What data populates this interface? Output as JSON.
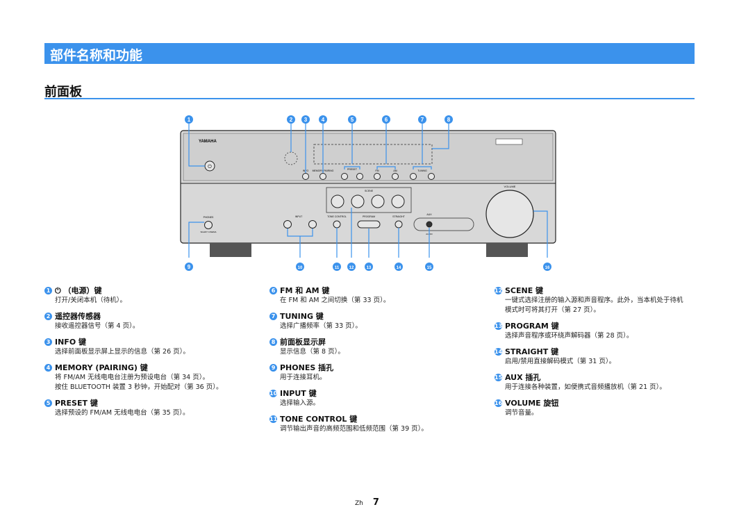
{
  "header": {
    "title": "部件名称和功能"
  },
  "section": {
    "title": "前面板"
  },
  "diagram": {
    "brand": "YAMAHA",
    "labels": {
      "info": "INFO",
      "memory": "MEMORY PAIRING",
      "preset": "PRESET",
      "fm": "FM",
      "am": "AM",
      "tuning": "TUNING",
      "volume": "VOLUME",
      "scene": "SCENE",
      "phones": "PHONES",
      "silent": "SILENT CINEMA",
      "input": "INPUT",
      "tone": "TONE CONTROL",
      "program": "PROGRAM",
      "straight": "STRAIGHT",
      "aux": "AUX",
      "audio": "AUDIO"
    },
    "callouts": [
      "1",
      "2",
      "3",
      "4",
      "5",
      "6",
      "7",
      "8",
      "9",
      "10",
      "11",
      "12",
      "13",
      "14",
      "15",
      "16"
    ]
  },
  "columns": [
    [
      {
        "num": "1",
        "title": "⏻ （电源）键",
        "desc": [
          "打开/关闭本机（待机）。"
        ]
      },
      {
        "num": "2",
        "title": "遥控器传感器",
        "desc": [
          "接收遥控器信号（第 4 页）。"
        ]
      },
      {
        "num": "3",
        "title": "INFO 键",
        "desc": [
          "选择前面板显示屏上显示的信息（第 26 页）。"
        ]
      },
      {
        "num": "4",
        "title": "MEMORY (PAIRING) 键",
        "desc": [
          "将 FM/AM 无线电电台注册为预设电台（第 34 页）。",
          "按住 BLUETOOTH 装置 3 秒钟，开始配对（第 36 页）。"
        ]
      },
      {
        "num": "5",
        "title": "PRESET 键",
        "desc": [
          "选择预设的 FM/AM 无线电电台（第 35 页）。"
        ]
      }
    ],
    [
      {
        "num": "6",
        "title": "FM 和 AM 键",
        "desc": [
          "在 FM 和 AM 之间切换（第 33 页）。"
        ]
      },
      {
        "num": "7",
        "title": "TUNING 键",
        "desc": [
          "选择广播频率（第 33 页）。"
        ]
      },
      {
        "num": "8",
        "title": "前面板显示屏",
        "desc": [
          "显示信息（第 8 页）。"
        ]
      },
      {
        "num": "9",
        "title": "PHONES 插孔",
        "desc": [
          "用于连接耳机。"
        ]
      },
      {
        "num": "10",
        "title": "INPUT 键",
        "desc": [
          "选择输入源。"
        ]
      },
      {
        "num": "11",
        "title": "TONE CONTROL 键",
        "desc": [
          "调节输出声音的高频范围和低频范围（第 39 页）。"
        ]
      }
    ],
    [
      {
        "num": "12",
        "title": "SCENE 键",
        "desc": [
          "一键式选择注册的输入源和声音程序。此外，当本机处于待机",
          "模式时可将其打开（第 27 页）。"
        ]
      },
      {
        "num": "13",
        "title": "PROGRAM 键",
        "desc": [
          "选择声音程序或环绕声解码器（第 28 页）。"
        ]
      },
      {
        "num": "14",
        "title": "STRAIGHT 键",
        "desc": [
          "启用/禁用直接解码模式（第 31 页）。"
        ]
      },
      {
        "num": "15",
        "title": "AUX 插孔",
        "desc": [
          "用于连接各种装置，如便携式音频播放机（第 21 页）。"
        ]
      },
      {
        "num": "16",
        "title": "VOLUME 旋钮",
        "desc": [
          "调节音量。"
        ]
      }
    ]
  ],
  "footer": {
    "lang": "Zh",
    "page": "7"
  }
}
